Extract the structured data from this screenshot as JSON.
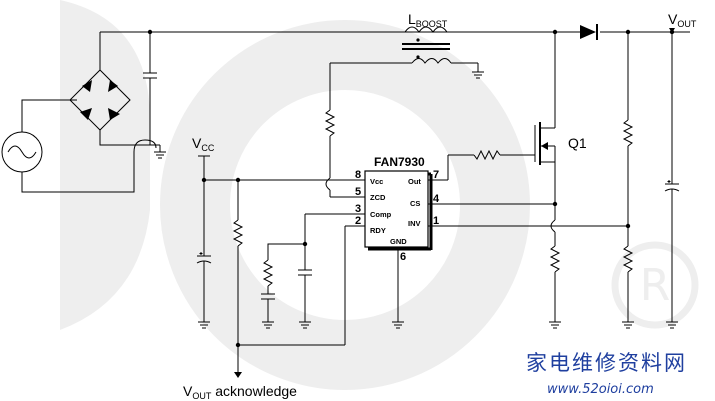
{
  "ic": {
    "name": "FAN7930",
    "pins_left": [
      {
        "num": "8",
        "name": "Vcc"
      },
      {
        "num": "5",
        "name": "ZCD"
      },
      {
        "num": "3",
        "name": "Comp"
      },
      {
        "num": "2",
        "name": "RDY"
      }
    ],
    "pins_right": [
      {
        "num": "7",
        "name": "Out"
      },
      {
        "num": "4",
        "name": "CS"
      },
      {
        "num": "1",
        "name": "INV"
      }
    ],
    "pin_bottom": {
      "num": "6",
      "name": "GND"
    }
  },
  "labels": {
    "inductor_main": "L",
    "inductor_sub": "BOOST",
    "vout_main": "V",
    "vout_sub": "OUT",
    "vcc_main": "V",
    "vcc_sub": "CC",
    "q1": "Q1",
    "ack_main": "V",
    "ack_sub": "OUT",
    "ack_rest": " acknowledge"
  },
  "watermark": {
    "cn": "家电维修资料网",
    "url": "www.52oioi.com"
  },
  "colors": {
    "wire": "#000000",
    "watermark_light": "#e8e8e8",
    "watermark_blue": "#1f3f9f"
  }
}
